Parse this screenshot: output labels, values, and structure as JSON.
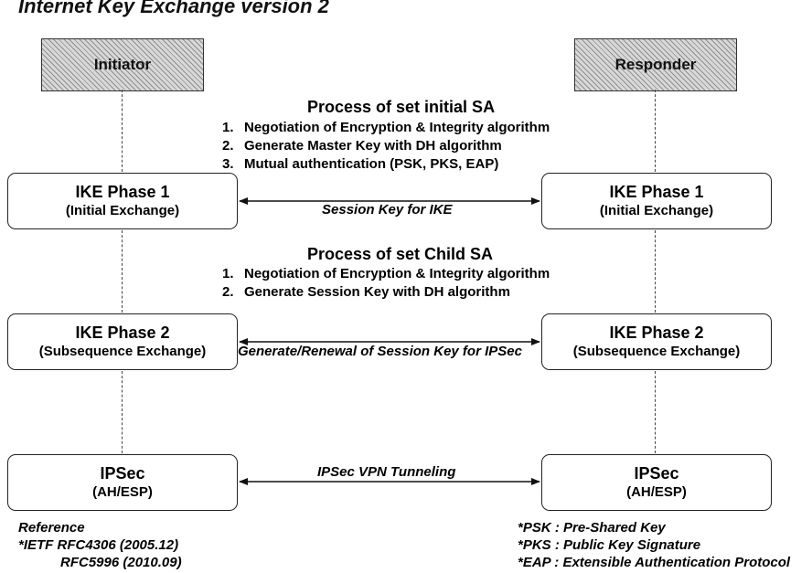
{
  "title": "Internet Key Exchange version 2",
  "actors": {
    "initiator": "Initiator",
    "responder": "Responder"
  },
  "process_initial": {
    "title": "Process of set initial SA",
    "steps": [
      {
        "num": "1.",
        "text": "Negotiation of Encryption & Integrity algorithm"
      },
      {
        "num": "2.",
        "text": "Generate Master Key with DH algorithm"
      },
      {
        "num": "3.",
        "text": "Mutual authentication (PSK, PKS, EAP)"
      }
    ]
  },
  "process_child": {
    "title": "Process of set Child SA",
    "steps": [
      {
        "num": "1.",
        "text": "Negotiation of Encryption & Integrity algorithm"
      },
      {
        "num": "2.",
        "text": "Generate Session Key with DH algorithm"
      }
    ]
  },
  "phase1": {
    "name": "IKE Phase 1",
    "sub": "(Initial Exchange)"
  },
  "phase2": {
    "name": "IKE Phase 2",
    "sub": "(Subsequence Exchange)"
  },
  "ipsec": {
    "name": "IPSec",
    "sub": "(AH/ESP)"
  },
  "messages": {
    "phase1": "Session Key for IKE",
    "phase2": "Generate/Renewal of Session Key for IPSec",
    "ipsec": "IPSec VPN Tunneling"
  },
  "reference": {
    "heading": "Reference",
    "line1": "*IETF RFC4306  (2005.12)",
    "line2": "RFC5996  (2010.09)"
  },
  "glossary": [
    "*PSK : Pre-Shared Key",
    "*PKS : Public Key Signature",
    "*EAP : Extensible Authentication Protocol"
  ]
}
